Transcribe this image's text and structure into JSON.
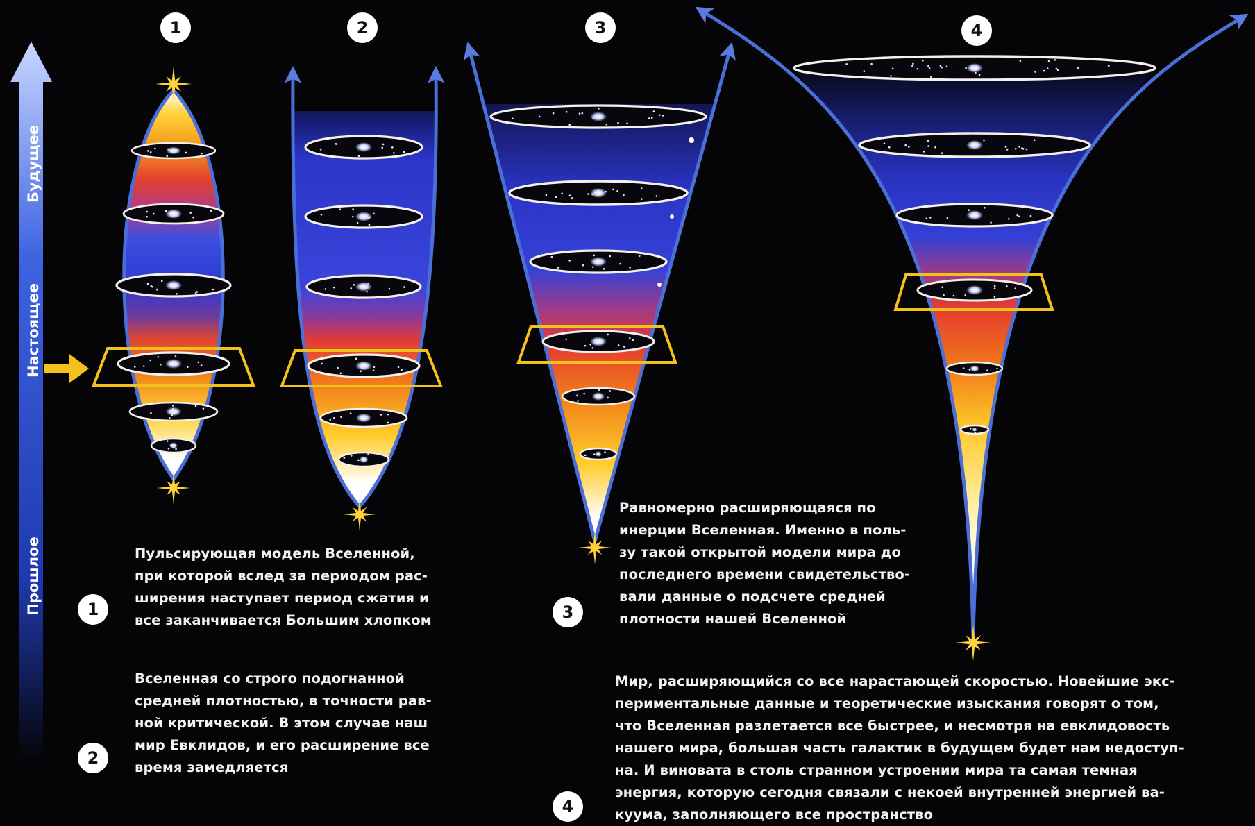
{
  "time_axis": {
    "future_label": "Будущее",
    "present_label": "Настоящее",
    "past_label": "Прошлое"
  },
  "models": [
    {
      "number": "1",
      "caption": "Пульсирующая модель Вселенной,\nпри которой вслед за периодом рас-\nширения наступает период сжатия и\nвсе заканчивается Большим хлопком"
    },
    {
      "number": "2",
      "caption": "Вселенная со строго подогнанной\nсредней плотностью, в точности рав-\nной критической. В этом случае наш\nмир Евклидов, и его расширение все\nвремя замедляется"
    },
    {
      "number": "3",
      "caption": "Равномерно расширяющаяся по\nинерции Вселенная. Именно в поль-\nзу такой открытой модели мира до\nпоследнего времени свидетельство-\nвали данные о подсчете средней\nплотности нашей Вселенной"
    },
    {
      "number": "4",
      "caption": "Мир, расширяющийся со все нарастающей скоростью. Новейшие экс-\nпериментальные данные и теоретические изыскания говорят о том,\nчто Вселенная разлетается все быстрее, и несмотря на евклидовость\nнашего мира, большая часть галактик в будущем будет нам недоступ-\nна. И виновата в столь странном устроении мира та самая темная\nэнергия, которую сегодня связали с некоей внутренней энергией ва-\nкуума, заполняющего все пространство"
    }
  ],
  "colors": {
    "background": "#050407",
    "outline_blue": "#4a6fd6",
    "present_marker": "#f2c21a",
    "star": "#ffd23a",
    "hot_white": "#ffffff",
    "hot_yellow": "#ffc21a",
    "hot_orange": "#f06a12",
    "hot_red": "#e43a2a",
    "cool_blue": "#2d3fd6",
    "deep_navy": "#111a66"
  }
}
